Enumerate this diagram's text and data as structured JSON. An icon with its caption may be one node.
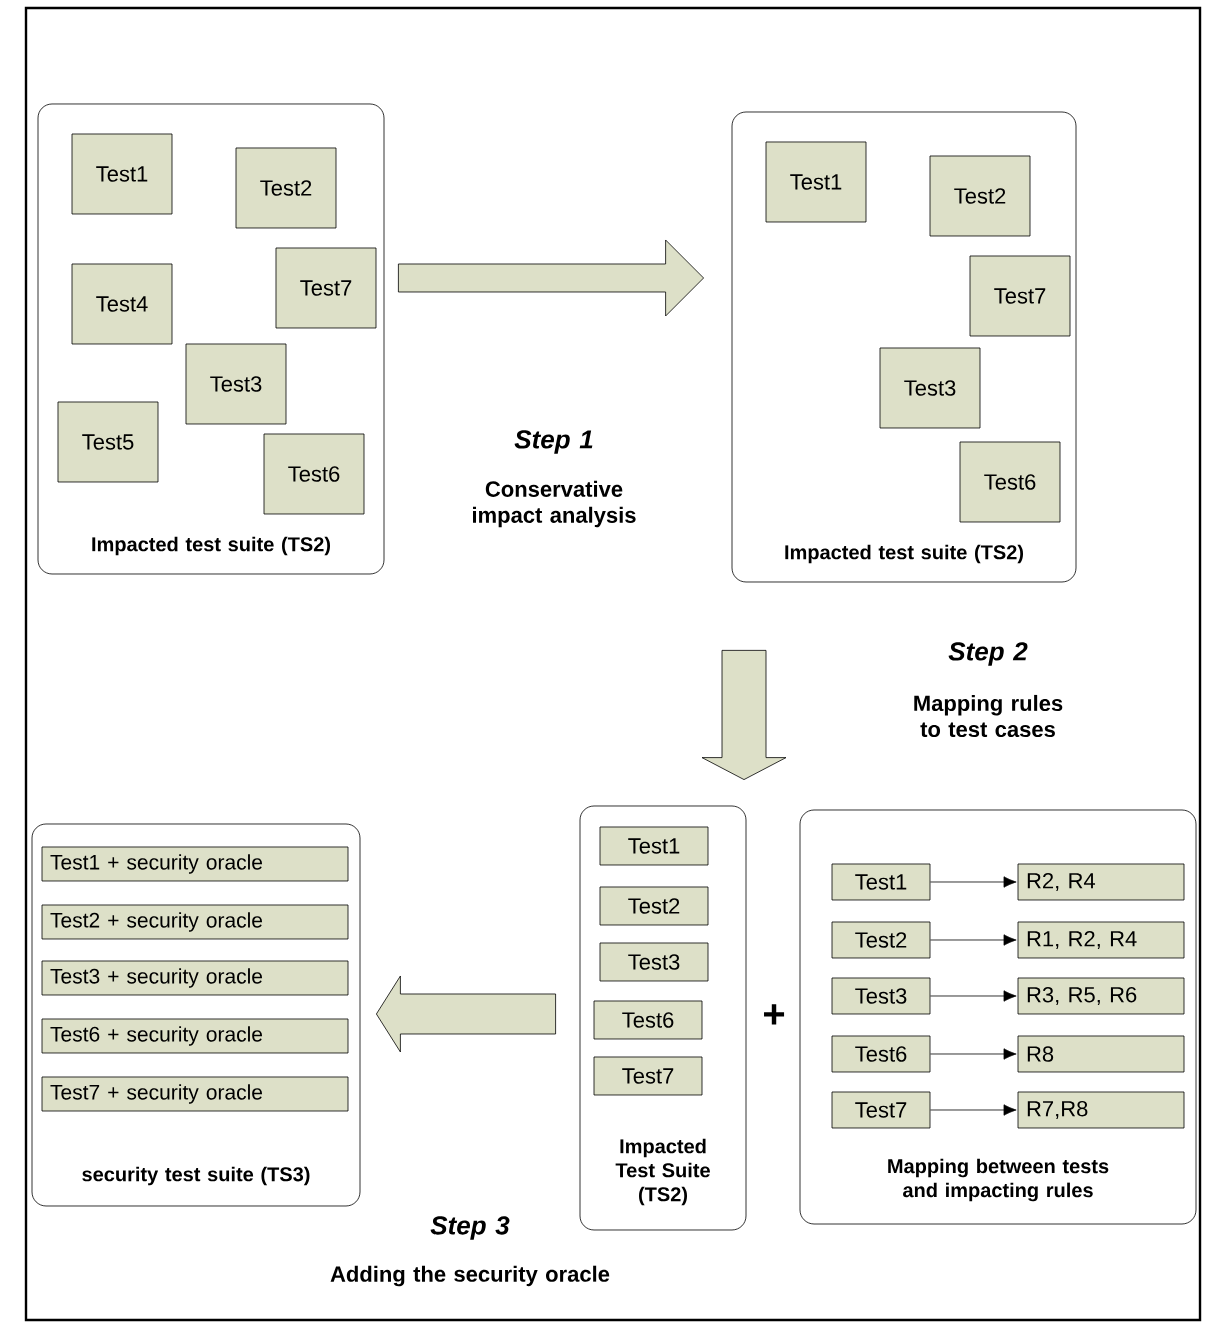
{
  "diagram": {
    "nodes": [
      {
        "text": [
          "Impacted test suite (TS2)"
        ]
      },
      {
        "text": [
          "Test1"
        ],
        "in": 0
      },
      {
        "text": [
          "Test2"
        ],
        "in": 0
      },
      {
        "text": [
          "Test4"
        ],
        "in": 0
      },
      {
        "text": [
          "Test7"
        ],
        "in": 0
      },
      {
        "text": [
          "Test3"
        ],
        "in": 0
      },
      {
        "text": [
          "Test5"
        ],
        "in": 0
      },
      {
        "text": [
          "Test6"
        ],
        "in": 0
      },
      {
        "text": [
          "Impacted test suite (TS2)"
        ]
      },
      {
        "text": [
          "Test1"
        ],
        "in": 8
      },
      {
        "text": [
          "Test2"
        ],
        "in": 8
      },
      {
        "text": [
          "Test7"
        ],
        "in": 8
      },
      {
        "text": [
          "Test3"
        ],
        "in": 8
      },
      {
        "text": [
          "Test6"
        ],
        "in": 8
      },
      {
        "text": [
          "security test suite (TS3)"
        ]
      },
      {
        "text": [
          "Test1 + security oracle"
        ],
        "in": 14
      },
      {
        "text": [
          "Test2 + security oracle"
        ],
        "in": 14
      },
      {
        "text": [
          "Test3 + security oracle"
        ],
        "in": 14
      },
      {
        "text": [
          "Test6 + security oracle"
        ],
        "in": 14
      },
      {
        "text": [
          "Test7 + security oracle"
        ],
        "in": 14
      },
      {
        "text": [
          "Impacted Test Suite (TS2)"
        ]
      },
      {
        "text": [
          "Test1"
        ],
        "in": 20
      },
      {
        "text": [
          "Test2"
        ],
        "in": 20
      },
      {
        "text": [
          "Test3"
        ],
        "in": 20
      },
      {
        "text": [
          "Test6"
        ],
        "in": 20
      },
      {
        "text": [
          "Test7"
        ],
        "in": 20
      },
      {
        "text": [
          "Mapping between tests and impacting rules"
        ]
      },
      {
        "text": [
          "Test1"
        ],
        "in": 26
      },
      {
        "text": [
          "R2, R4"
        ],
        "in": 26
      },
      {
        "text": [
          "Test2"
        ],
        "in": 26
      },
      {
        "text": [
          "R1, R2, R4"
        ],
        "in": 26
      },
      {
        "text": [
          "Test3"
        ],
        "in": 26
      },
      {
        "text": [
          "R3, R5, R6"
        ],
        "in": 26
      },
      {
        "text": [
          "Test6"
        ],
        "in": 26
      },
      {
        "text": [
          "R8"
        ],
        "in": 26
      },
      {
        "text": [
          "Test7"
        ],
        "in": 26
      },
      {
        "text": [
          "R7,R8"
        ],
        "in": 26
      }
    ],
    "edges": [
      {
        "from": 0,
        "to": 8,
        "arrow": "to"
      },
      {
        "from": 8,
        "to": 20,
        "arrow": "to"
      },
      {
        "from": 20,
        "to": 14,
        "arrow": "to"
      },
      {
        "from": 27,
        "to": 28,
        "arrow": "to"
      },
      {
        "from": 29,
        "to": 30,
        "arrow": "to"
      },
      {
        "from": 31,
        "to": 32,
        "arrow": "to"
      },
      {
        "from": 33,
        "to": 34,
        "arrow": "to"
      },
      {
        "from": 35,
        "to": 36,
        "arrow": "to"
      }
    ],
    "labels": [
      "Step 1",
      "Conservative impact analysis",
      "Step 2",
      "Mapping rules to test cases",
      "+",
      "Step 3",
      "Adding the security oracle"
    ]
  }
}
